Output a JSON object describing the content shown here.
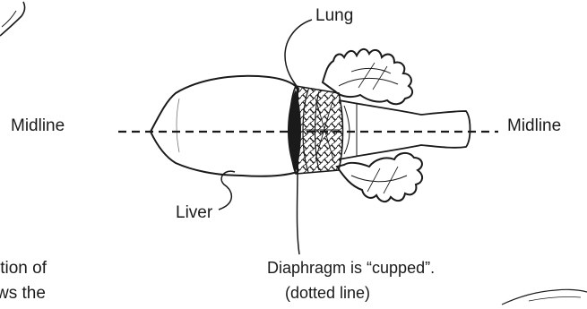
{
  "labels": {
    "lung": "Lung",
    "midline_left": "Midline",
    "midline_right": "Midline",
    "liver": "Liver",
    "diaphragm": "Diaphragm is “cupped”.",
    "dotted_line": "(dotted line)",
    "fragment_line_1": "ition of",
    "fragment_line_2": "ws the"
  },
  "colors": {
    "ink": "#1a1a1a",
    "background": "#ffffff"
  }
}
